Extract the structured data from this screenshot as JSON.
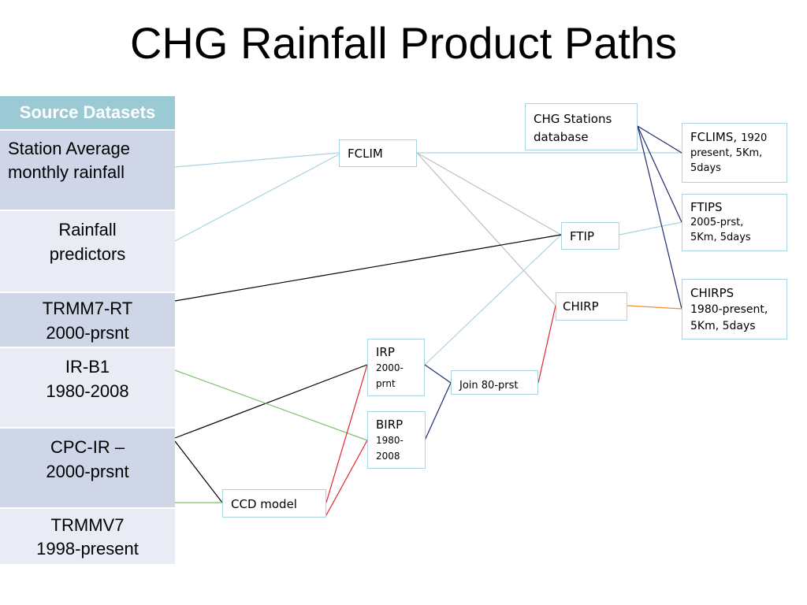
{
  "title": "CHG Rainfall Product Paths",
  "sources": {
    "header": "Source Datasets",
    "rows": [
      {
        "lines": [
          "Station Average",
          "monthly rainfall"
        ]
      },
      {
        "lines": [
          "Rainfall",
          "predictors"
        ]
      },
      {
        "lines": [
          "TRMM7-RT",
          "2000-prsnt"
        ]
      },
      {
        "lines": [
          "IR-B1",
          "1980-2008"
        ]
      },
      {
        "lines": [
          "CPC-IR –",
          "2000-prsnt"
        ]
      },
      {
        "lines": [
          "TRMMV7",
          "1998-present"
        ]
      }
    ]
  },
  "nodes": {
    "fclim": {
      "label": "FCLIM"
    },
    "stations": {
      "line1": "CHG Stations",
      "line2": "database"
    },
    "fclims": {
      "name": "FCLIMS,",
      "detail1": "1920",
      "detail2": "present, 5Km,",
      "detail3": "5days"
    },
    "ftips": {
      "name": "FTIPS",
      "detail1": "2005-prst,",
      "detail2": "5Km, 5days"
    },
    "ftip": {
      "label": "FTIP"
    },
    "chirp": {
      "label": "CHIRP"
    },
    "chirps": {
      "name": "CHIRPS",
      "detail1": "1980-present,",
      "detail2": "5Km, 5days"
    },
    "irp": {
      "name": "IRP",
      "detail1": "2000-",
      "detail2": "prnt"
    },
    "birp": {
      "name": "BIRP",
      "detail1": "1980-",
      "detail2": "2008"
    },
    "join": {
      "label": "Join 80-prst"
    },
    "ccd": {
      "label": "CCD model"
    }
  },
  "colors": {
    "light_blue": "#a9d3df",
    "gray": "#bfbfbf",
    "black": "#000000",
    "navy": "#1f2b6e",
    "green": "#7cc26b",
    "red": "#e0262b",
    "orange": "#e8913a"
  }
}
